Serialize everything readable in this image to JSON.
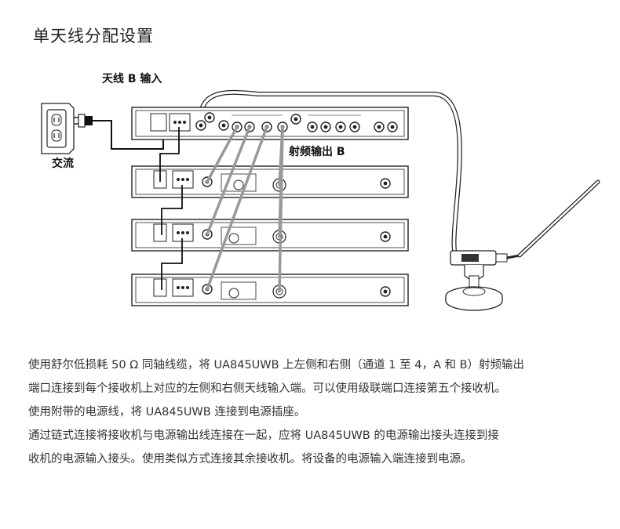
{
  "title": "单天线分配设置",
  "labels": {
    "antenna_input": "天线 B 输入",
    "ac": "交流",
    "rf_output": "射频输出 B"
  },
  "description": [
    "使用舒尔低损耗 50 Ω 同轴线缆，将 UA845UWB 上左侧和右侧（通道 1 至 4，A 和 B）射频输出",
    "端口连接到每个接收机上对应的左侧和右侧天线输入端。可以使用级联端口连接第五个接收机。",
    "使用附带的电源线，将 UA845UWB 连接到电源插座。",
    "通过链式连接将接收机与电源输出线连接在一起，应将 UA845UWB 的电源输出接头连接到接",
    "收机的电源输入接头。使用类似方式连接其余接收机。将设备的电源输入端连接到电源。"
  ],
  "icons": [
    "wall-outlet-icon",
    "power-plug-icon",
    "antenna-icon",
    "distribution-amplifier-icon",
    "receiver-icon"
  ]
}
